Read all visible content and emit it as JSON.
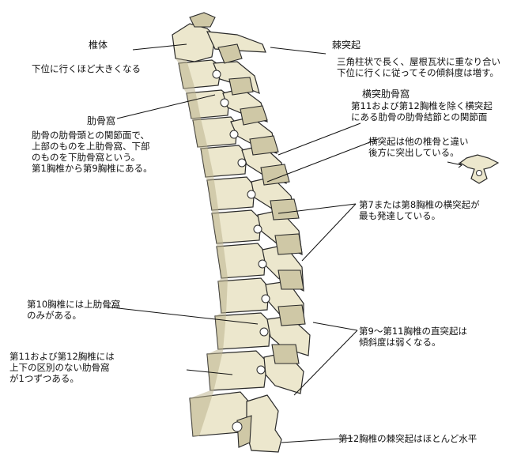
{
  "labels": {
    "vertebral_body": {
      "title": "椎体",
      "text": "下位に行くほど大きくなる"
    },
    "spinous_process": {
      "title": "棘突起",
      "text": "三角柱状で長く、屋根瓦状に重なり合い\n下位に行くに従ってその傾斜度は増す。"
    },
    "costal_fovea": {
      "title": "肋骨窩",
      "text": "肋骨の肋骨頭との関節面で、\n上部のものを上肋骨窩、下部\nのものを下肋骨窩という。\n第1胸椎から第9胸椎にある。"
    },
    "transverse_costal_fovea": {
      "title": "横突肋骨窩",
      "text": "第11および第12胸椎を除く横突起\nにある肋骨の肋骨結節との関節面"
    },
    "transverse_process": {
      "text": "横突起は他の椎骨と違い\n後方に突出している。"
    },
    "t7_t8": {
      "text": "第7または第8胸椎の横突起が\n最も発達している。"
    },
    "t10": {
      "text": "第10胸椎には上肋骨窩\nのみがある。"
    },
    "t9_t11": {
      "text": "第9～第11胸椎の直突起は\n傾斜度は弱くなる。"
    },
    "t11_t12": {
      "text": "第11および第12胸椎には\n上下の区別のない肋骨窩\nが1つずつある。"
    },
    "t12": {
      "text": "第12胸椎の棘突起はほとんど水平"
    }
  },
  "colors": {
    "bone": "#ece7cd",
    "bone_shadow": "#cfc8a6",
    "outline": "#2a2a2a",
    "text": "#111111"
  }
}
